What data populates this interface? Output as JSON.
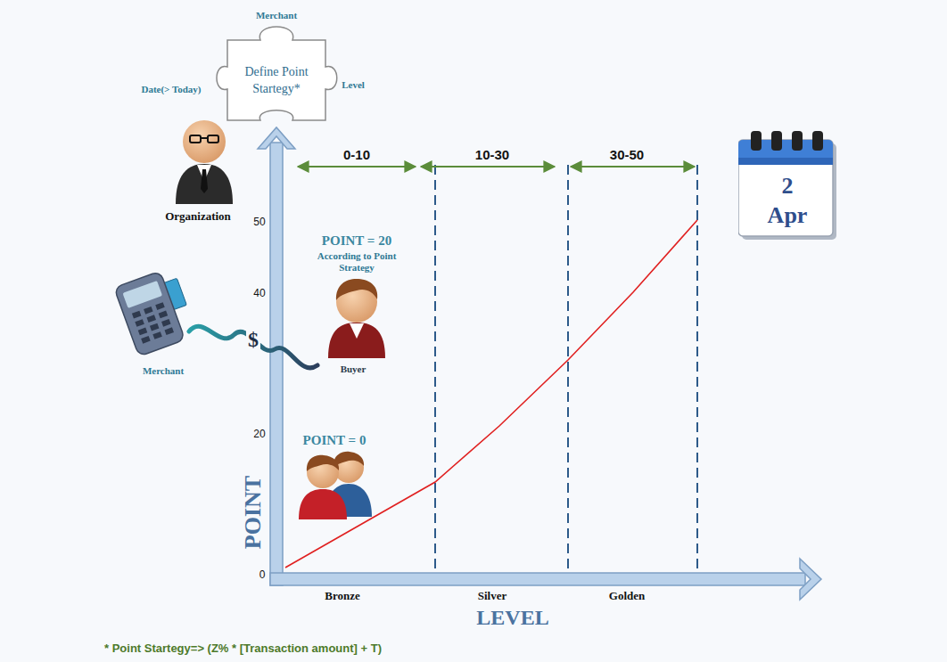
{
  "diagram": {
    "nodes": [
      {
        "text": [
          "Define Point Startegy*"
        ]
      },
      {
        "text": [
          "2 Apr"
        ]
      }
    ],
    "labels": [
      "Merchant",
      "Date(> Today)",
      "Level",
      "Organization",
      "0-10",
      "10-30",
      "30-50",
      "50",
      "40",
      "20",
      "0",
      "POINT = 20",
      "According to Point Strategy",
      "Merchant",
      "$",
      "Buyer",
      "POINT = 0",
      "POINT",
      "Bronze",
      "Silver",
      "Golden",
      "LEVEL",
      "* Point Startegy=> (Z% * [Transaction amount] + T)"
    ]
  }
}
